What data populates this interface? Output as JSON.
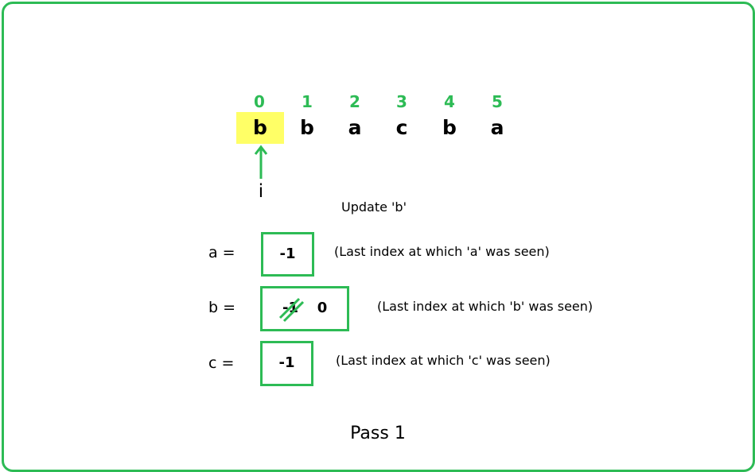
{
  "indices": [
    "0",
    "1",
    "2",
    "3",
    "4",
    "5"
  ],
  "string_chars": [
    "b",
    "b",
    "a",
    "c",
    "b",
    "a"
  ],
  "highlight_color": "#ffff66",
  "accent_color": "#2dbb55",
  "pointer_label": "i",
  "title": "Update 'b'",
  "vars": [
    {
      "label": "a =",
      "old": "",
      "value": "-1",
      "note": "(Last index at which 'a' was seen)"
    },
    {
      "label": "b =",
      "old": "-1",
      "value": "0",
      "note": "(Last index at which 'b' was seen)"
    },
    {
      "label": "c =",
      "old": "",
      "value": "-1",
      "note": "(Last index at which 'c' was seen)"
    }
  ],
  "caption": "Pass 1",
  "icons": [
    "up-arrow-icon",
    "strikethrough-icon"
  ]
}
